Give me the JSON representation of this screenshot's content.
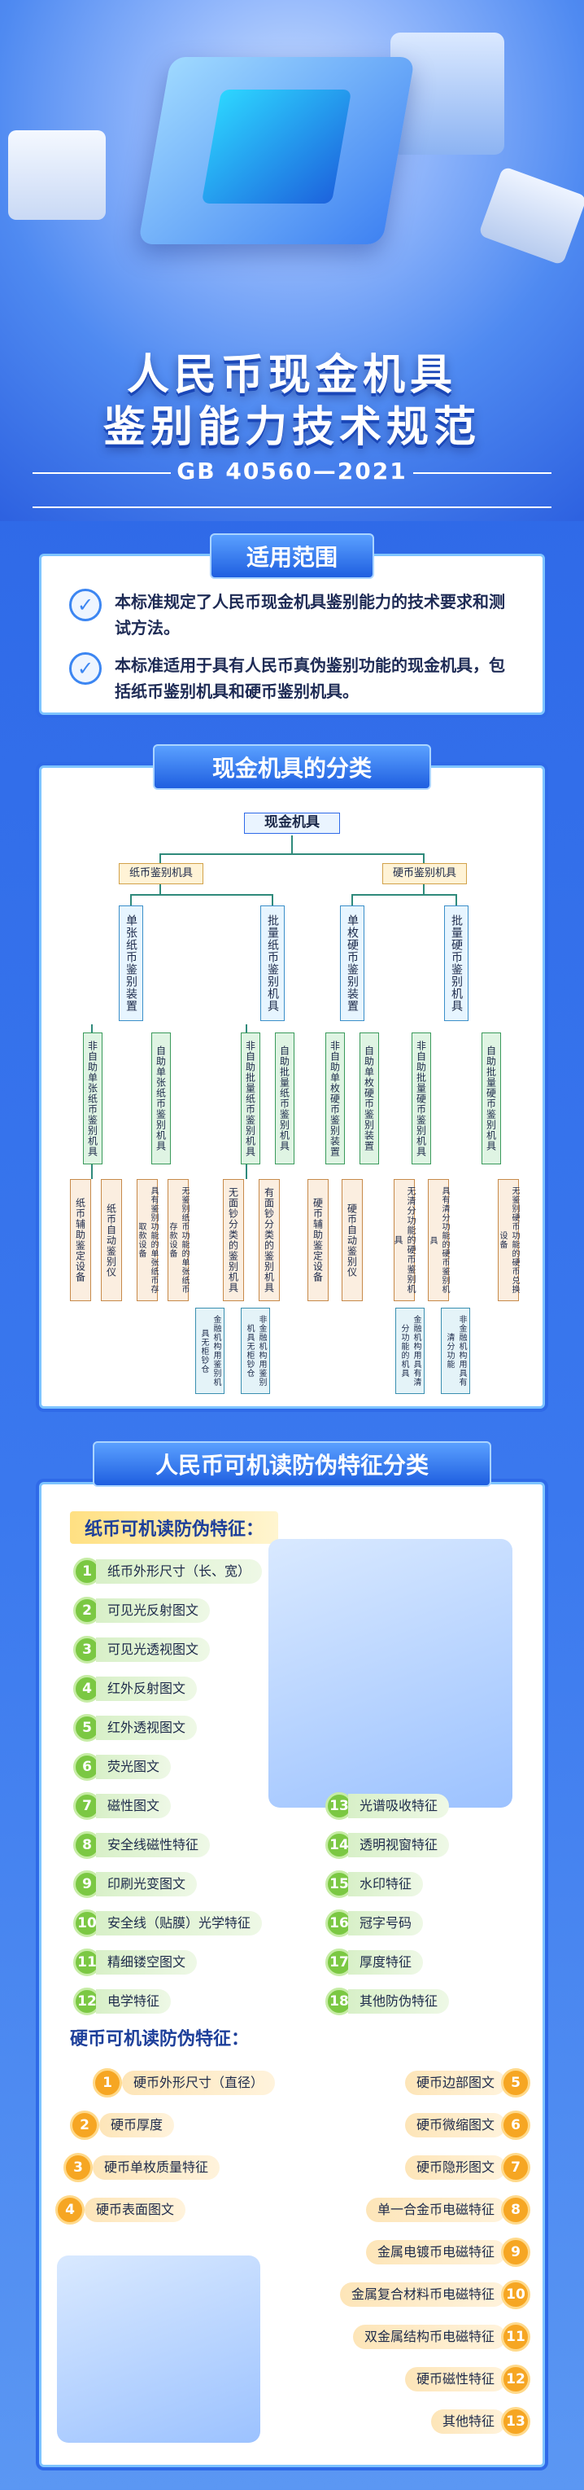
{
  "header": {
    "title_line1": "人民币现金机具",
    "title_line2": "鉴别能力技术规范",
    "standard": "GB 40560—2021"
  },
  "scope": {
    "title": "适用范围",
    "items": [
      "本标准规定了人民币现金机具鉴别能力的技术要求和测试方法。",
      "本标准适用于具有人民币真伪鉴别功能的现金机具，包括纸币鉴别机具和硬币鉴别机具。"
    ]
  },
  "classification": {
    "title": "现金机具的分类",
    "root": "现金机具",
    "paper": "纸币鉴别机具",
    "coin": "硬币鉴别机具",
    "p_single": "单张纸币鉴别装置",
    "p_batch": "批量纸币鉴别机具",
    "c_single": "单枚硬币鉴别装置",
    "c_batch": "批量硬币鉴别机具",
    "ps_nonauto": "非自助单张纸币鉴别机具",
    "ps_auto": "自助单张纸币鉴别机具",
    "pb_nonauto": "非自助批量纸币鉴别机具",
    "pb_auto": "自助批量纸币鉴别机具",
    "cs_nonauto": "非自助单枚硬币鉴别装置",
    "cs_auto": "自助单枚硬币鉴别装置",
    "cb_nonauto": "非自助批量硬币鉴别机具",
    "cb_auto": "自助批量硬币鉴别机具",
    "ps1": "纸币辅助鉴定设备",
    "ps2": "纸币自动鉴别仪",
    "ps3": "具有鉴别功能的单张纸币存取款设备",
    "ps4": "无鉴别纸币功能的单张纸币存款设备",
    "pb1": "无面钞分类的鉴别机具",
    "pb2": "有面钞分类的鉴别机具",
    "pb1a": "金融机构用鉴别机具无柜钞仓",
    "pb1b": "非金融机构用鉴别机具无柜钞仓",
    "cs1": "硬币辅助鉴定设备",
    "cs2": "硬币自动鉴别仪",
    "cb1": "无清分功能的硬币鉴别机具",
    "cb2": "具有清分功能的硬币鉴别机具",
    "cb3": "无鉴别硬币功能的硬币兑换设备",
    "cb1a": "金融机构用具有清分功能的机具",
    "cb1b": "非金融机构用具有清分功能"
  },
  "features": {
    "title": "人民币可机读防伪特征分类",
    "paper_title": "纸币可机读防伪特征：",
    "paper_left": [
      "纸币外形尺寸（长、宽）",
      "可见光反射图文",
      "可见光透视图文",
      "红外反射图文",
      "红外透视图文",
      "荧光图文",
      "磁性图文",
      "安全线磁性特征",
      "印刷光变图文",
      "安全线（贴膜）光学特征",
      "精细镂空图文",
      "电学特征"
    ],
    "paper_right": [
      "光谱吸收特征",
      "透明视窗特征",
      "水印特征",
      "冠字号码",
      "厚度特征",
      "其他防伪特征"
    ],
    "coin_title": "硬币可机读防伪特征：",
    "coin_left": [
      "硬币外形尺寸（直径）",
      "硬币厚度",
      "硬币单枚质量特征",
      "硬币表面图文"
    ],
    "coin_right": [
      "硬币边部图文",
      "硬币微缩图文",
      "硬币隐形图文",
      "单一合金币电磁特征",
      "金属电镀币电磁特征",
      "金属复合材料币电磁特征",
      "双金属结构币电磁特征",
      "硬币磁性特征",
      "其他特征"
    ]
  },
  "colors": {
    "primary": "#2f6ae8",
    "green": "#7bc843",
    "orange": "#f6a623"
  }
}
